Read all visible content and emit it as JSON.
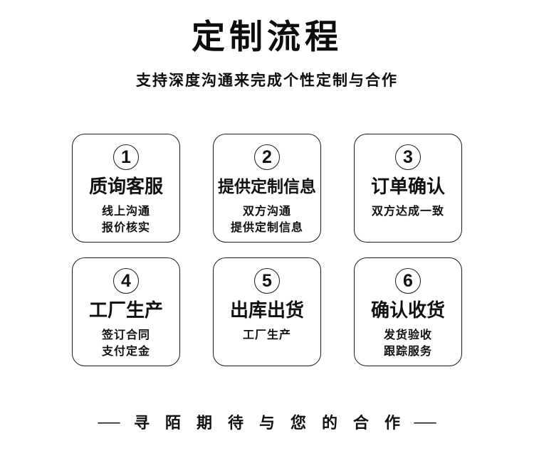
{
  "header": {
    "title": "定制流程",
    "subtitle": "支持深度沟通来完成个性定制与合作"
  },
  "steps": [
    {
      "number": "1",
      "title": "质询客服",
      "details": [
        "线上沟通",
        "报价核实"
      ]
    },
    {
      "number": "2",
      "title": "提供定制信息",
      "details": [
        "双方沟通",
        "提供定制信息"
      ]
    },
    {
      "number": "3",
      "title": "订单确认",
      "details": [
        "双方达成一致"
      ]
    },
    {
      "number": "4",
      "title": "工厂生产",
      "details": [
        "签订合同",
        "支付定金"
      ]
    },
    {
      "number": "5",
      "title": "出库出货",
      "details": [
        "工厂生产"
      ]
    },
    {
      "number": "6",
      "title": "确认收货",
      "details": [
        "发货验收",
        "跟踪服务"
      ]
    }
  ],
  "footer": {
    "dash": "—",
    "text": "寻陌期待与您的合作"
  },
  "colors": {
    "background": "#ffffff",
    "text": "#111111",
    "border": "#1c1c1c"
  }
}
